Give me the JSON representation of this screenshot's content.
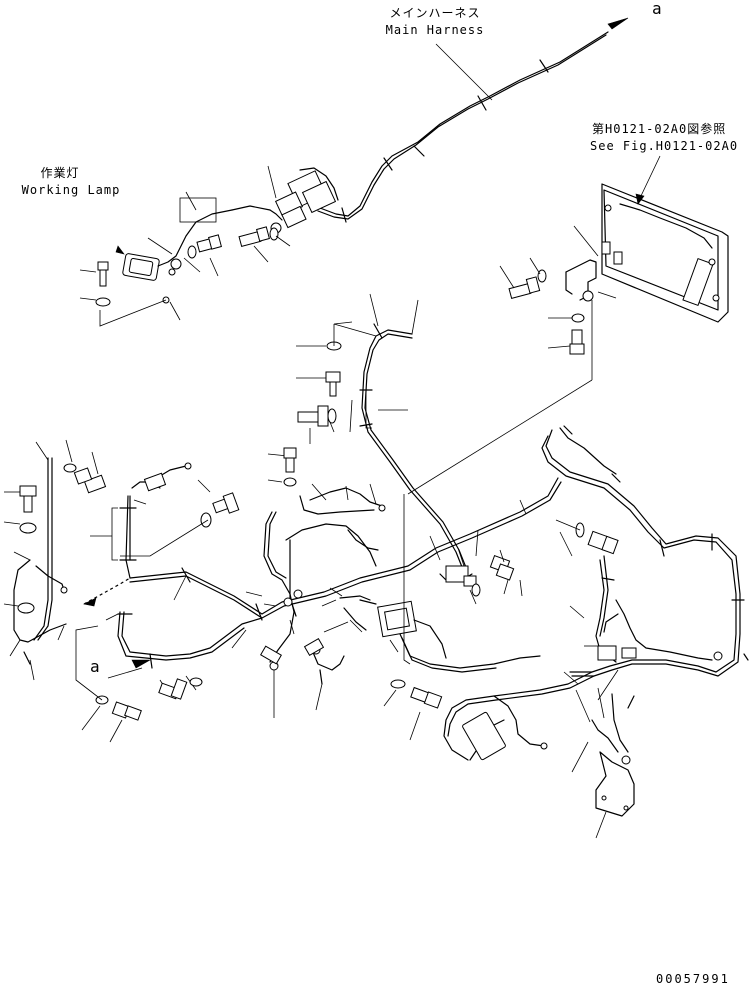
{
  "callouts": {
    "main_harness": {
      "ja": "メインハーネス",
      "en": "Main Harness"
    },
    "working_lamp": {
      "ja": "作業灯",
      "en": "Working Lamp"
    },
    "see_fig": {
      "ja": "第H0121-02A0図参照",
      "en": "See Fig.H0121-02A0"
    }
  },
  "connector_marks": {
    "top_right": "a",
    "bottom_left": "a"
  },
  "drawing_number": "00057991"
}
